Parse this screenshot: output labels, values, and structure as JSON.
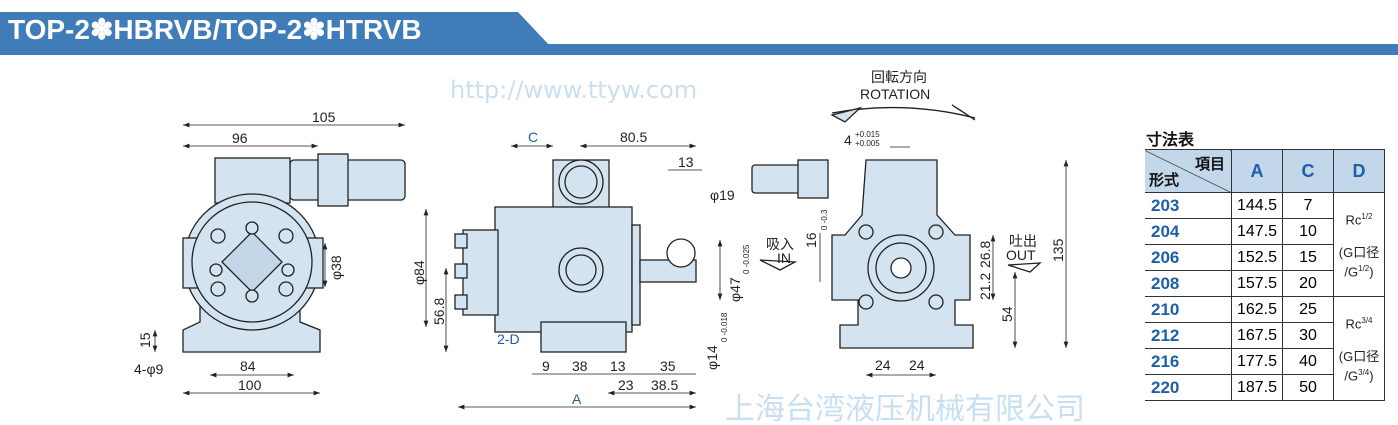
{
  "header": {
    "title": "TOP-2✽HBRVB/TOP-2✽HTRVB",
    "color": "#3f7cb8"
  },
  "views": {
    "front": {
      "dims": {
        "overall_width": "105",
        "shaft_offset": "96",
        "bore": "φ38",
        "base_height": "15",
        "hole_spacing": "84",
        "base_width": "100",
        "holes": "4-φ9"
      }
    },
    "side": {
      "dims": {
        "c": "C",
        "overall": "80.5",
        "key": "13",
        "dia19": "φ19",
        "dia84": "φ84",
        "center_height": "56.8",
        "port": "2-D",
        "d9": "9",
        "d38": "38",
        "d13": "13",
        "d35": "35",
        "d23": "23",
        "d38_5": "38.5",
        "a": "A",
        "dia47": "φ47",
        "dia47_tol": "0 -0.025",
        "dia14": "φ14",
        "dia14_tol": "0 -0.018"
      }
    },
    "rear": {
      "rotation_jp": "回転方向",
      "rotation_en": "ROTATION",
      "key_width": "4",
      "key_tol_upper": "+0.015",
      "key_tol_lower": "+0.005",
      "key_height": "16",
      "key_height_tol": "0 -0.3",
      "inlet_jp": "吸入",
      "inlet_en": "IN",
      "outlet_jp": "吐出",
      "outlet_en": "OUT",
      "d26_8": "26.8",
      "d21_2": "21.2",
      "d54": "54",
      "d135": "135",
      "d24a": "24",
      "d24b": "24"
    }
  },
  "table": {
    "title": "寸法表",
    "corner_top": "項目",
    "corner_bottom": "形式",
    "columns": [
      "A",
      "C",
      "D"
    ],
    "rows": [
      {
        "model": "203",
        "a": "144.5",
        "c": "7"
      },
      {
        "model": "204",
        "a": "147.5",
        "c": "10"
      },
      {
        "model": "206",
        "a": "152.5",
        "c": "15"
      },
      {
        "model": "208",
        "a": "157.5",
        "c": "20"
      },
      {
        "model": "210",
        "a": "162.5",
        "c": "25"
      },
      {
        "model": "212",
        "a": "167.5",
        "c": "30"
      },
      {
        "model": "216",
        "a": "177.5",
        "c": "40"
      },
      {
        "model": "220",
        "a": "187.5",
        "c": "50"
      }
    ],
    "d_groups": [
      {
        "rc": "Rc",
        "rc_size": "1/2",
        "g_note": "(G口径",
        "g": "/G",
        "g_size": "1/2",
        "g_close": ")"
      },
      {
        "rc": "Rc",
        "rc_size": "3/4",
        "g_note": "(G口径",
        "g": "/G",
        "g_size": "3/4",
        "g_close": ")"
      }
    ]
  },
  "watermark": {
    "text1": "上海台湾液压机械有限公司",
    "text2": "http://www.ttyw.com"
  }
}
